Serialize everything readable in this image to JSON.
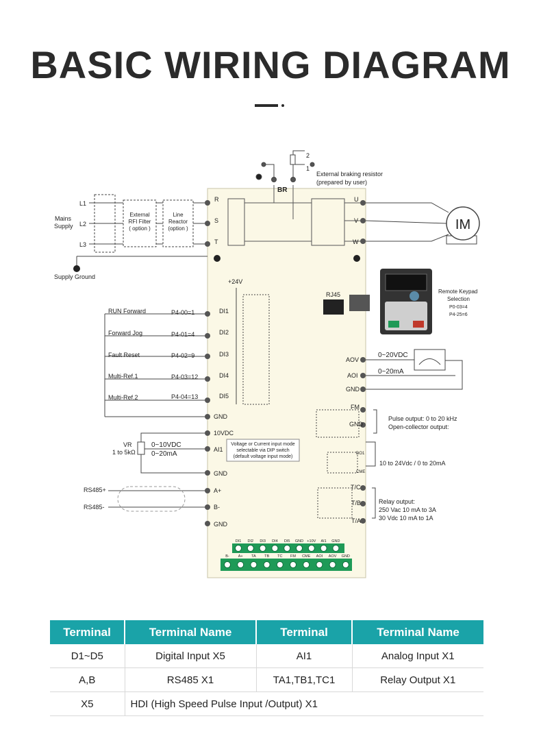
{
  "title": "BASIC WIRING DIAGRAM",
  "top": {
    "resistor_num_2": "2",
    "resistor_num_1": "1",
    "braking_resistor_line1": "External braking resistor",
    "braking_resistor_line2": "(prepared by user)",
    "br_label": "BR"
  },
  "mains": {
    "l1": "L1",
    "l2": "L2",
    "l3": "L3",
    "supply_line1": "Mains",
    "supply_line2": "Supply",
    "rfi_line1": "External",
    "rfi_line2": "RFI Filter",
    "rfi_line3": "( option )",
    "reactor_line1": "Line",
    "reactor_line2": "Reactor",
    "reactor_line3": "(option )",
    "supply_ground": "Supply Ground"
  },
  "power_terminals": {
    "r": "R",
    "s": "S",
    "t": "T",
    "u": "U",
    "v": "V",
    "w": "W"
  },
  "motor": "IM",
  "digital_inputs": {
    "plus24": "+24V",
    "rows": [
      {
        "func": "RUN Forward",
        "param": "P4-00=1",
        "term": "DI1"
      },
      {
        "func": "Forward Jog",
        "param": "P4-01=4",
        "term": "DI2"
      },
      {
        "func": "Fault Reset",
        "param": "P4-02=9",
        "term": "DI3"
      },
      {
        "func": "Multi-Ref.1",
        "param": "P4-03=12",
        "term": "DI4"
      },
      {
        "func": "Multi-Ref.2",
        "param": "P4-04=13",
        "term": "DI5"
      }
    ],
    "gnd": "GND"
  },
  "analog_in": {
    "v10": "10VDC",
    "vr": "VR",
    "vr_range": "1 to 5kΩ",
    "volt": "0~10VDC",
    "curr": "0~20mA",
    "ai1": "AI1",
    "gnd": "GND",
    "note1": "Voltage or Current input mode",
    "note2": "selectable via DIP switch",
    "note3": "(default voltage input mode)"
  },
  "rs485": {
    "plus": "RS485+",
    "minus": "RS485-",
    "a": "A+",
    "b": "B-",
    "gnd": "GND"
  },
  "keypad": {
    "rj45": "RJ45",
    "line1": "Remote Keypad",
    "line2": "Selection",
    "line3": "P0-03=4",
    "line4": "P4-25=6"
  },
  "analog_out": {
    "aov": "AOV",
    "aoi": "AOI",
    "gnd": "GND",
    "volt": "0~20VDC",
    "curr": "0~20mA"
  },
  "pulse_out": {
    "fm": "FM",
    "gnd": "GND",
    "do1": "DO1",
    "cme": "CME",
    "line1": "Pulse output: 0 to 20 kHz",
    "line2": "Open-collector output:",
    "do_range": "10 to 24Vdc / 0 to 20mA"
  },
  "relay": {
    "tc": "T/C",
    "tb": "T/B",
    "ta": "T/A",
    "line1": "Relay output:",
    "line2": "250 Vac 10 mA to 3A",
    "line3": "30 Vdc 10 mA to 1A"
  },
  "terminal_strip": {
    "top": [
      "DI1",
      "DI2",
      "DI3",
      "DI4",
      "DI5",
      "GND",
      "+10V",
      "AI1",
      "GND"
    ],
    "bottom": [
      "B-",
      "A+",
      "TA",
      "TB",
      "TC",
      "FM",
      "CME",
      "AOI",
      "AOV",
      "GND"
    ]
  },
  "table": {
    "headers": [
      "Terminal",
      "Terminal Name",
      "Terminal",
      "Terminal Name"
    ],
    "rows": [
      [
        "D1~D5",
        "Digital Input X5",
        "AI1",
        "Analog Input X1"
      ],
      [
        "A,B",
        "RS485 X1",
        "TA1,TB1,TC1",
        "Relay Output X1"
      ]
    ],
    "last_row": [
      "X5",
      "HDI (High Speed Pulse Input /Output) X1"
    ]
  },
  "colors": {
    "header_teal": "#1aa3a8",
    "panel_beige": "#fbf8e6",
    "strip_green": "#1e9a57"
  }
}
